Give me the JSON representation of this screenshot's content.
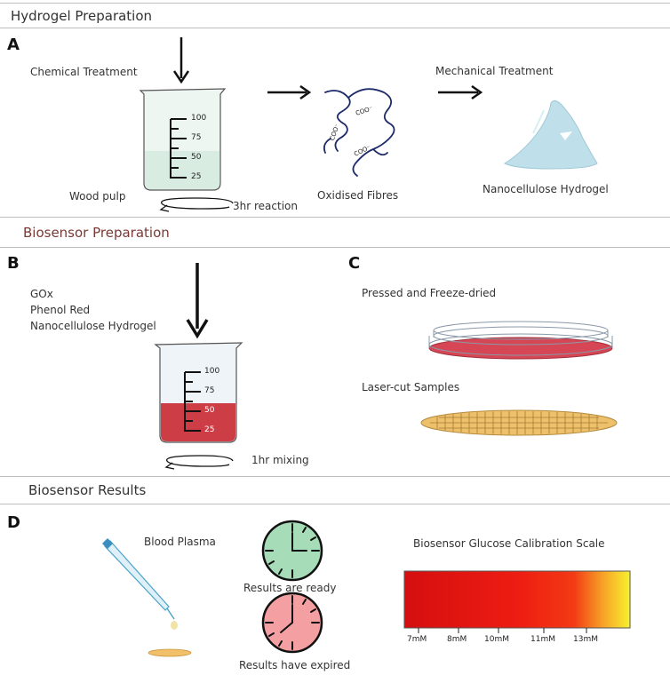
{
  "sections": {
    "hydrogel": "Hydrogel Preparation",
    "biosensor": "Biosensor Preparation",
    "results": "Biosensor Results"
  },
  "panels": {
    "a": "A",
    "b": "B",
    "c": "C",
    "d": "D"
  },
  "panel_a": {
    "chemical_treatment": "Chemical Treatment",
    "wood_pulp": "Wood pulp",
    "reaction": "3hr reaction",
    "oxidised_fibres": "Oxidised Fibres",
    "mechanical_treatment": "Mechanical Treatment",
    "hydrogel": "Nanocellulose Hydrogel",
    "coo_label": "COO⁻",
    "beaker_scale": [
      "100",
      "75",
      "50",
      "25"
    ]
  },
  "panel_b": {
    "ingredients": [
      "GOx",
      "Phenol Red",
      "Nanocellulose Hydrogel"
    ],
    "mixing": "1hr mixing",
    "beaker_scale": [
      "100",
      "75",
      "50",
      "25"
    ]
  },
  "panel_c": {
    "pressed": "Pressed and Freeze-dried",
    "laser": "Laser-cut Samples"
  },
  "panel_d": {
    "blood_plasma": "Blood Plasma",
    "ready": "Results are ready",
    "expired": "Results have expired",
    "scale_title": "Biosensor Glucose Calibration Scale",
    "scale_ticks": [
      "7mM",
      "8mM",
      "10mM",
      "11mM",
      "13mM"
    ]
  },
  "colors": {
    "red_liquid": "#cc3d45",
    "hydrogel_blue": "#bfe0ea",
    "fibre_navy": "#1d2b6b",
    "clock_green": "#a6ddb8",
    "clock_red": "#f4a0a3",
    "scale_start": "#d40f10",
    "scale_end": "#f6f02a"
  }
}
